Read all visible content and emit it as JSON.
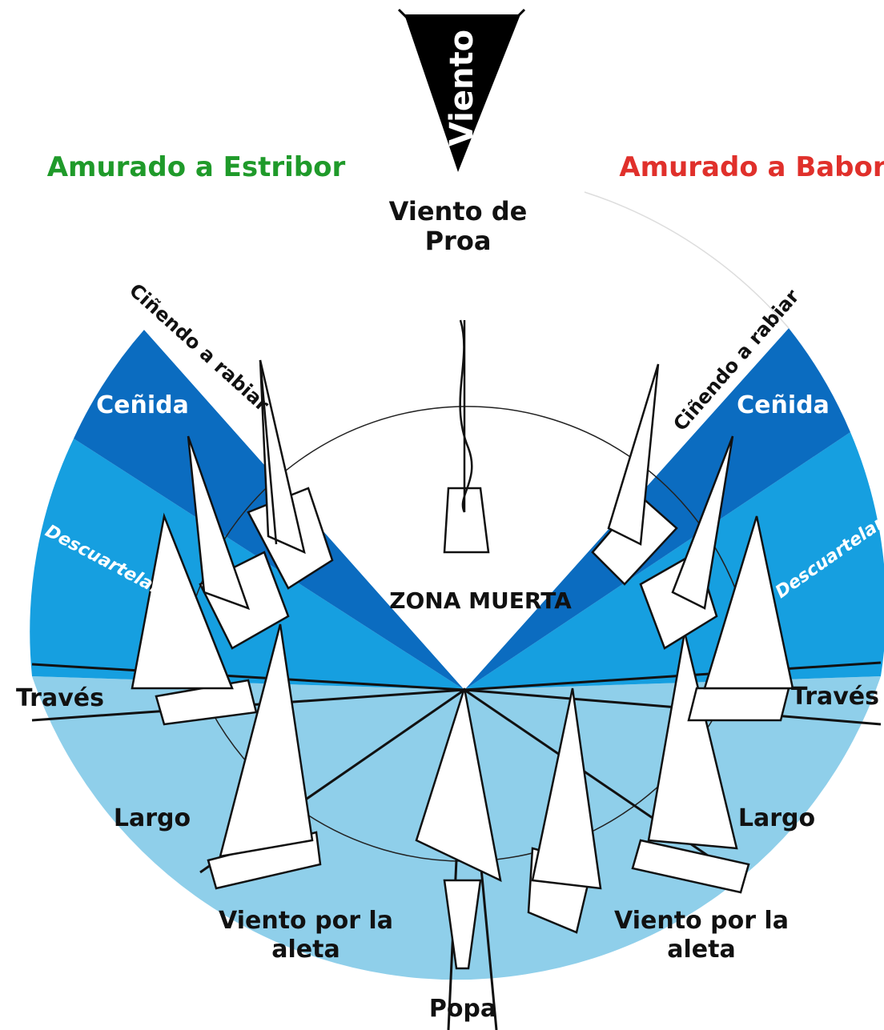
{
  "wind": {
    "arrow_label": "Viento",
    "bow_label_line1": "Viento de",
    "bow_label_line2": "Proa"
  },
  "tacks": {
    "starboard": {
      "label": "Amurado a Estribor",
      "color": "#1f9a2a"
    },
    "port": {
      "label": "Amurado a Babor",
      "color": "#e0302b"
    }
  },
  "zone": {
    "dead_zone_label": "ZONA MUERTA"
  },
  "points_of_sail": {
    "close_hauled_extreme": "Ciñendo a rabiar",
    "close_hauled": "Ceñida",
    "close_reach": "Descuartelar",
    "beam_reach": "Través",
    "broad_reach": "Largo",
    "quarter_wind_line1": "Viento por la",
    "quarter_wind_line2": "aleta",
    "run": "Popa"
  },
  "colors": {
    "sector_close_hauled": "#0b6cc0",
    "sector_close_reach": "#169fe0",
    "sector_downwind": "#8fcfea",
    "wind_arrow": "#000000",
    "label_white": "#ffffff",
    "label_dark": "#111111"
  }
}
